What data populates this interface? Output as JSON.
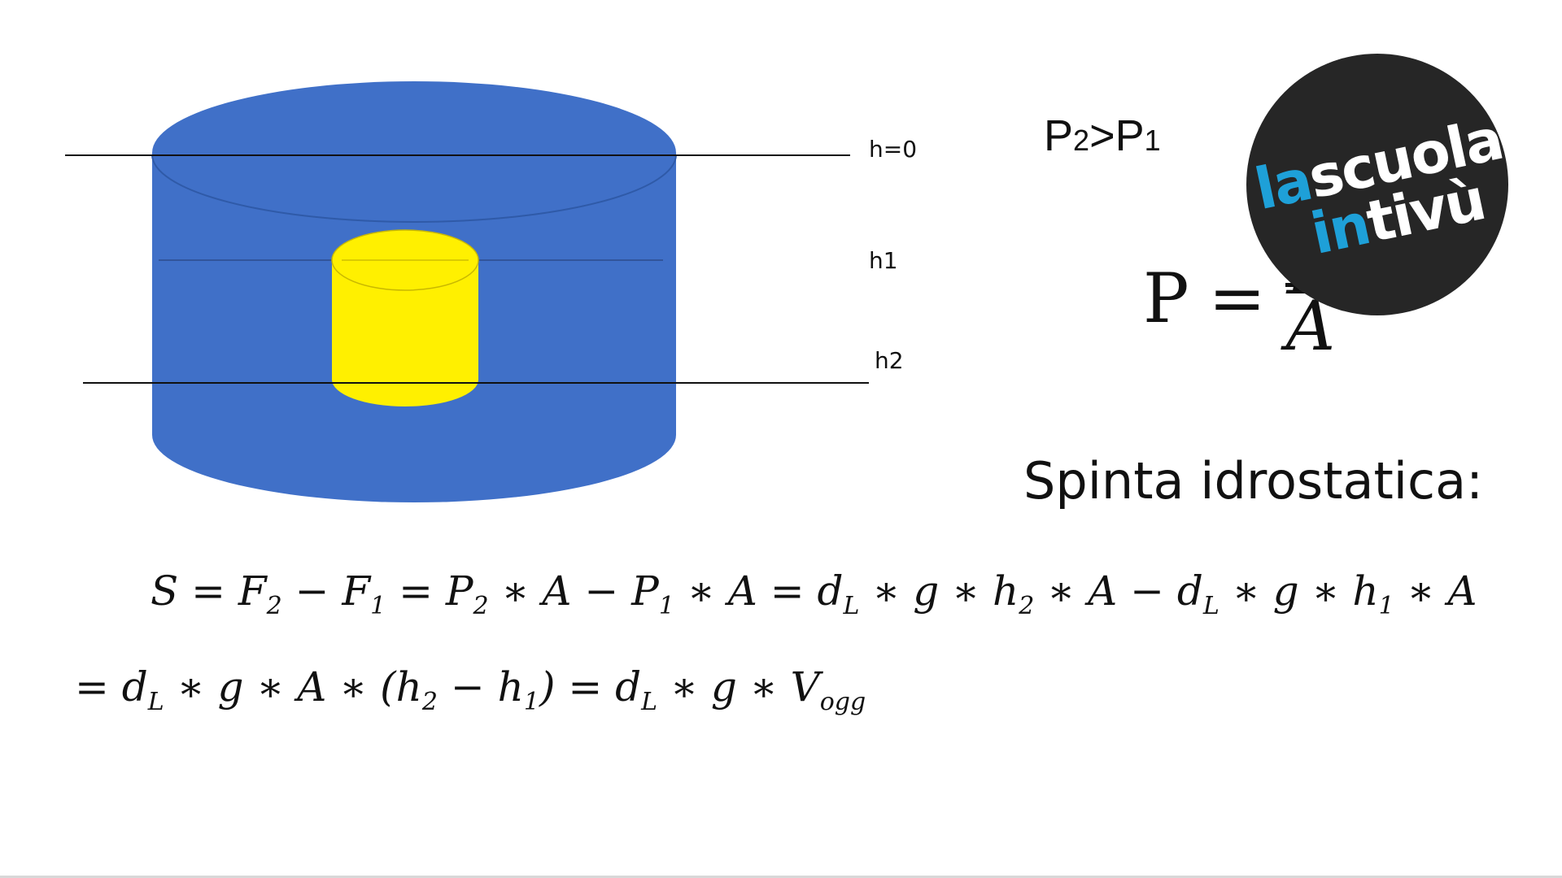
{
  "diagram": {
    "level_labels": [
      "h=0",
      "h1",
      "h2"
    ],
    "colors": {
      "container": "#4070c8",
      "container_edge": "#2f5aa8",
      "object": "#fff000",
      "line": "#111111"
    }
  },
  "inequality": {
    "p2": "P",
    "p2_sub": "2",
    "op": ">",
    "p1": "P",
    "p1_sub": "1"
  },
  "pressure_formula": {
    "lhs": "P",
    "eq": "=",
    "numerator": "F",
    "denominator": "A"
  },
  "spinta_title": "Spinta idrostatica:",
  "equations": {
    "line1": {
      "s1": "S = F",
      "s1_sub": "2",
      "s2": " − F",
      "s2_sub": "1",
      "s3": "  = P",
      "s3_sub": "2",
      "s4": " ∗ A − P",
      "s4_sub": "1",
      "s5": " ∗ A   = d",
      "s5_sub": "L",
      "s6": " ∗ g ∗ h",
      "s6_sub": "2",
      "s7": " ∗ A − d",
      "s7_sub": "L",
      "s8": " ∗ g ∗ h",
      "s8_sub": "1",
      "s9": " ∗ A"
    },
    "line2": {
      "s1": "= d",
      "s1_sub": "L",
      "s2": " ∗ g ∗ A ∗ (h",
      "s2_sub": "2",
      "s3": " − h",
      "s3_sub": "1",
      "s4": ") = d",
      "s4_sub": "L",
      "s5": " ∗ g ∗ V",
      "s5_sub": "ogg"
    }
  },
  "logo": {
    "part1": "la",
    "part2": "scuola",
    "part3": "in",
    "part4": "tivù",
    "colors": {
      "background": "#262626",
      "accent": "#1ea0d8",
      "text": "#ffffff"
    }
  }
}
